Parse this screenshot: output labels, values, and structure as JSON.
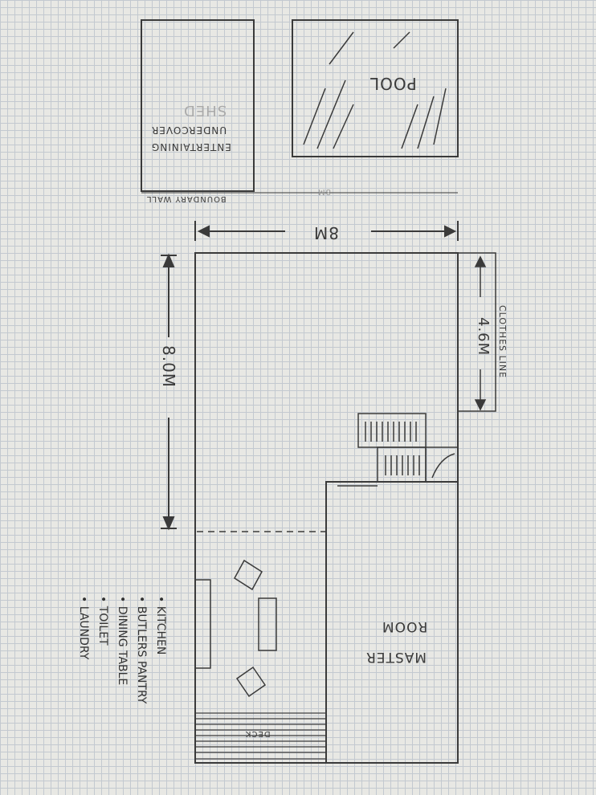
{
  "shed": {
    "title": "SHED",
    "label_line1": "UNDERCOVER",
    "label_line2": "ENTERTAINING"
  },
  "pool": {
    "label": "POOL"
  },
  "boundary": {
    "label": "BOUNDARY WALL",
    "label_right": "8M"
  },
  "dimensions": {
    "width": "8M",
    "length": "8.0M",
    "clothesline_length": "4.6M"
  },
  "clothesline": {
    "label": "CLOTHES LINE"
  },
  "master": {
    "label_line1": "MASTER",
    "label_line2": "ROOM"
  },
  "deck": {
    "label": "DECK"
  },
  "rooms_list": [
    "• KITCHEN",
    "• BUTLERS PANTRY",
    "• DINING TABLE",
    "• TOILET",
    "• LAUNDRY"
  ],
  "colors": {
    "pencil": "#3a3a3a",
    "paper": "#e8e8e4",
    "grid": "#c3c9d0"
  }
}
